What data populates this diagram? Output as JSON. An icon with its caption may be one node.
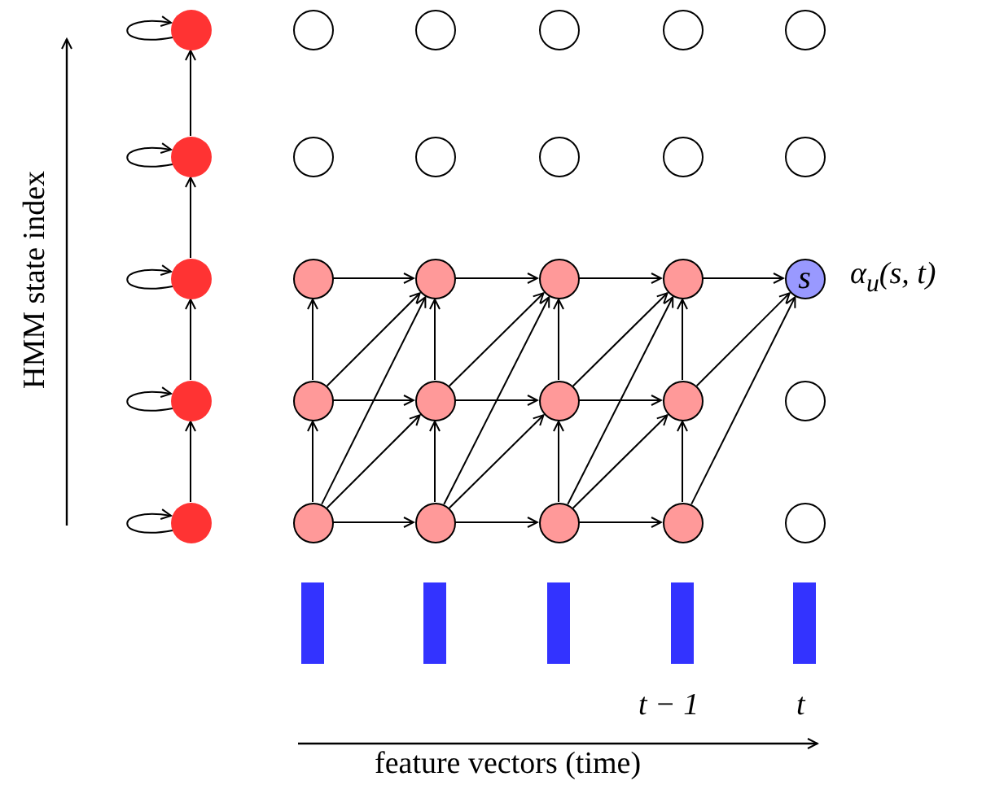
{
  "diagram": {
    "nodes": [
      {
        "text": [],
        "shape": "circle"
      },
      {
        "text": [],
        "shape": "circle"
      },
      {
        "text": [],
        "shape": "circle"
      },
      {
        "text": [],
        "shape": "circle"
      },
      {
        "text": [],
        "shape": "circle"
      },
      {
        "text": [],
        "shape": "circle"
      },
      {
        "text": [],
        "shape": "circle"
      },
      {
        "text": [],
        "shape": "circle"
      },
      {
        "text": [],
        "shape": "circle"
      },
      {
        "text": [],
        "shape": "circle"
      },
      {
        "text": [],
        "shape": "circle"
      },
      {
        "text": [],
        "shape": "circle"
      },
      {
        "text": [],
        "shape": "circle"
      },
      {
        "text": [],
        "shape": "circle"
      },
      {
        "text": [],
        "shape": "circle"
      },
      {
        "text": [],
        "shape": "circle"
      },
      {
        "text": [],
        "shape": "circle"
      },
      {
        "text": [
          "s"
        ],
        "beside": [
          "α$_{u}$(s, t)"
        ]
      },
      {
        "text": [],
        "shape": "circle"
      },
      {
        "text": [],
        "shape": "circle"
      },
      {
        "text": [],
        "shape": "circle"
      },
      {
        "text": [],
        "shape": "circle"
      },
      {
        "text": [],
        "shape": "circle"
      },
      {
        "text": [],
        "shape": "circle"
      },
      {
        "text": [],
        "shape": "circle"
      },
      {
        "text": [],
        "shape": "circle"
      },
      {
        "text": [],
        "shape": "circle"
      },
      {
        "text": [],
        "shape": "circle"
      },
      {
        "text": [],
        "shape": "circle"
      },
      {
        "text": [],
        "shape": "circle"
      },
      {
        "text": [],
        "shape": "bar"
      },
      {
        "text": [],
        "shape": "bar"
      },
      {
        "text": [],
        "shape": "bar"
      },
      {
        "text": [],
        "shape": "bar"
      },
      {
        "text": [],
        "shape": "bar"
      }
    ],
    "edges": [
      {
        "from": 0,
        "to": 0,
        "arrow": "to"
      },
      {
        "from": 6,
        "to": 6,
        "arrow": "to"
      },
      {
        "from": 12,
        "to": 12,
        "arrow": "to"
      },
      {
        "from": 18,
        "to": 18,
        "arrow": "to"
      },
      {
        "from": 24,
        "to": 24,
        "arrow": "to"
      },
      {
        "from": 6,
        "to": 0,
        "arrow": "to"
      },
      {
        "from": 12,
        "to": 6,
        "arrow": "to"
      },
      {
        "from": 18,
        "to": 12,
        "arrow": "to"
      },
      {
        "from": 24,
        "to": 18,
        "arrow": "to"
      },
      {
        "from": 25,
        "to": 19,
        "arrow": "to"
      },
      {
        "from": 19,
        "to": 13,
        "arrow": "to"
      },
      {
        "from": 26,
        "to": 20,
        "arrow": "to"
      },
      {
        "from": 20,
        "to": 14,
        "arrow": "to"
      },
      {
        "from": 27,
        "to": 21,
        "arrow": "to"
      },
      {
        "from": 21,
        "to": 15,
        "arrow": "to"
      },
      {
        "from": 28,
        "to": 22,
        "arrow": "to"
      },
      {
        "from": 22,
        "to": 16,
        "arrow": "to"
      },
      {
        "from": 25,
        "to": 26,
        "arrow": "to"
      },
      {
        "from": 25,
        "to": 20,
        "arrow": "to"
      },
      {
        "from": 25,
        "to": 14,
        "arrow": "to"
      },
      {
        "from": 19,
        "to": 20,
        "arrow": "to"
      },
      {
        "from": 19,
        "to": 14,
        "arrow": "to"
      },
      {
        "from": 13,
        "to": 14,
        "arrow": "to"
      },
      {
        "from": 26,
        "to": 27,
        "arrow": "to"
      },
      {
        "from": 26,
        "to": 21,
        "arrow": "to"
      },
      {
        "from": 26,
        "to": 15,
        "arrow": "to"
      },
      {
        "from": 20,
        "to": 21,
        "arrow": "to"
      },
      {
        "from": 20,
        "to": 15,
        "arrow": "to"
      },
      {
        "from": 14,
        "to": 15,
        "arrow": "to"
      },
      {
        "from": 27,
        "to": 28,
        "arrow": "to"
      },
      {
        "from": 27,
        "to": 22,
        "arrow": "to"
      },
      {
        "from": 27,
        "to": 16,
        "arrow": "to"
      },
      {
        "from": 21,
        "to": 22,
        "arrow": "to"
      },
      {
        "from": 21,
        "to": 16,
        "arrow": "to"
      },
      {
        "from": 15,
        "to": 16,
        "arrow": "to"
      },
      {
        "from": 28,
        "to": 17,
        "arrow": "to"
      },
      {
        "from": 22,
        "to": 17,
        "arrow": "to"
      },
      {
        "from": 16,
        "to": 17,
        "arrow": "to"
      }
    ],
    "labels": [
      "HMM state index",
      "t − 1",
      "t",
      "feature vectors (time)"
    ]
  }
}
